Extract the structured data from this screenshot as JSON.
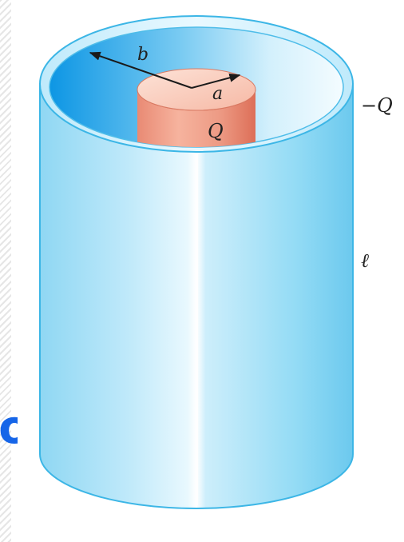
{
  "figure": {
    "labels": {
      "outer_radius": "b",
      "inner_radius": "a",
      "inner_charge": "Q",
      "outer_charge": "−Q",
      "length": "ℓ"
    },
    "edge_fragment": "o",
    "colors": {
      "outer_shell_light": "#d9f3fc",
      "outer_shell_mid": "#8fd7f3",
      "outer_shell_dark": "#2aaae3",
      "inner_cylinder_light": "#fcd6c8",
      "inner_cylinder_dark": "#e57a64",
      "cavity_dark": "#0d96e4",
      "arrow": "#1a1a1a",
      "fragment_text": "#1565e8"
    }
  }
}
